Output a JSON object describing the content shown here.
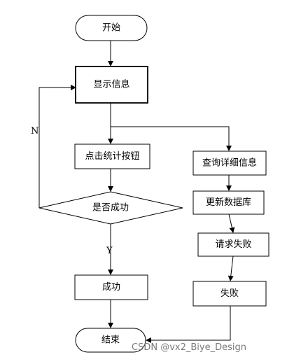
{
  "diagram": {
    "nodes": {
      "start": "开始",
      "show_info": "显示信息",
      "click_stats_button": "点击统计按钮",
      "success_check": "是否成功",
      "success": "成功",
      "end": "结束",
      "query_details": "查询详细信息",
      "update_database": "更新数据库",
      "request_failed": "请求失败",
      "failed": "失败"
    },
    "edge_labels": {
      "no": "N",
      "yes": "Y"
    }
  },
  "watermark": {
    "text": "CSDN @vx2_Biye_Design"
  }
}
